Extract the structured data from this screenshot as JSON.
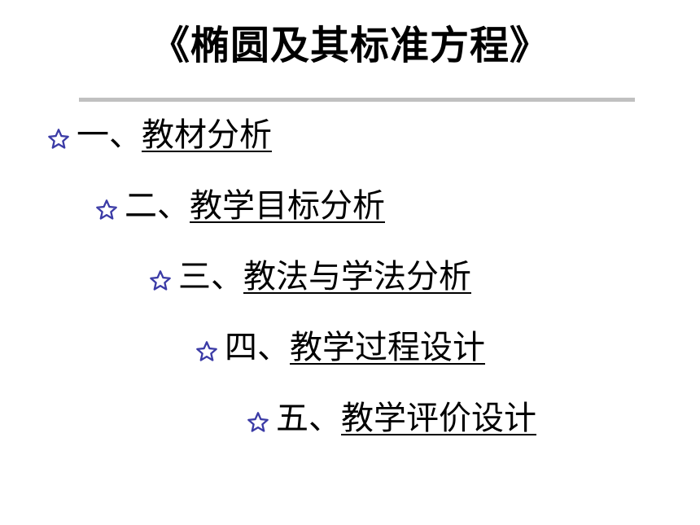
{
  "slide": {
    "title": "《椭圆及其标准方程》",
    "accent_color": "#3b3ba6",
    "rule_color": "#c0c0c0",
    "bullet_icon": "star-outline-icon",
    "items": [
      {
        "prefix": "一、",
        "label": "教材分析"
      },
      {
        "prefix": "二、",
        "label": "教学目标分析"
      },
      {
        "prefix": "三、",
        "label": "教法与学法分析"
      },
      {
        "prefix": "四、",
        "label": "教学过程设计"
      },
      {
        "prefix": "五、",
        "label": "教学评价设计"
      }
    ]
  }
}
